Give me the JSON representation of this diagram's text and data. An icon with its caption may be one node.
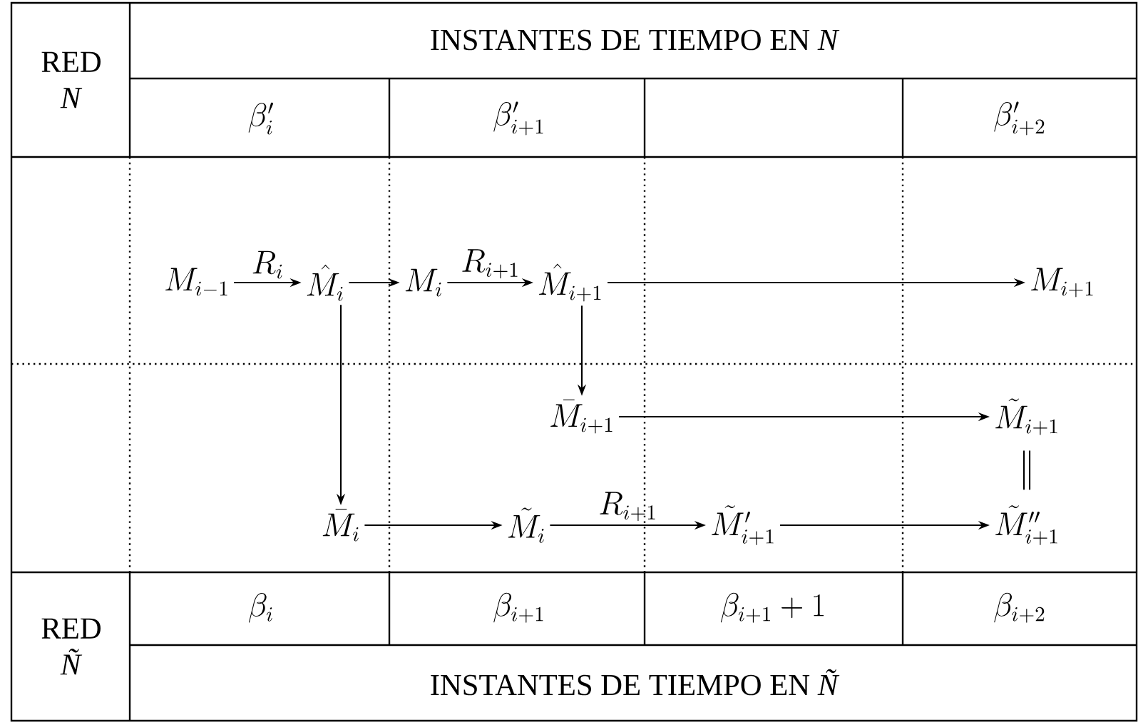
{
  "diagram": {
    "nodes": [
      {
        "text": [
          "M_{i-1}"
        ]
      },
      {
        "text": [
          "\\hat{M}_i"
        ]
      },
      {
        "text": [
          "M_i"
        ]
      },
      {
        "text": [
          "\\hat{M}_{i+1}"
        ]
      },
      {
        "text": [
          "M_{i+1}"
        ]
      },
      {
        "text": [
          "\\bar{M}_{i+1}"
        ]
      },
      {
        "text": [
          "\\tilde{M}_{i+1}"
        ]
      },
      {
        "text": [
          "\\bar{M}_i"
        ]
      },
      {
        "text": [
          "\\tilde{M}_i"
        ]
      },
      {
        "text": [
          "\\tilde{M}'_{i+1}"
        ]
      },
      {
        "text": [
          "\\tilde{M}''_{i+1}"
        ]
      }
    ],
    "edges": [
      {
        "from": 0,
        "to": 1,
        "arrow": "to",
        "label": "R_i"
      },
      {
        "from": 1,
        "to": 2,
        "arrow": "to"
      },
      {
        "from": 2,
        "to": 3,
        "arrow": "to",
        "label": "R_{i+1}"
      },
      {
        "from": 3,
        "to": 4,
        "arrow": "to"
      },
      {
        "from": 1,
        "to": 7,
        "arrow": "to"
      },
      {
        "from": 3,
        "to": 5,
        "arrow": "to"
      },
      {
        "from": 5,
        "to": 6,
        "arrow": "to"
      },
      {
        "from": 6,
        "to": 10,
        "arrow": "none"
      },
      {
        "from": 7,
        "to": 8,
        "arrow": "to"
      },
      {
        "from": 8,
        "to": 9,
        "arrow": "to",
        "label": "R_{i+1}"
      },
      {
        "from": 9,
        "to": 10,
        "arrow": "to"
      }
    ],
    "labels": [
      "RED *N*",
      "INSTANTES DE TIEMPO EN *N*",
      "\\beta'_i",
      "\\beta'_{i+1}",
      "\\beta'_{i+2}",
      "RED *Ñ*",
      "\\beta_i",
      "\\beta_{i+1}",
      "\\beta_{i+1}+1",
      "\\beta_{i+2}",
      "INSTANTES DE TIEMPO EN *Ñ*"
    ]
  }
}
